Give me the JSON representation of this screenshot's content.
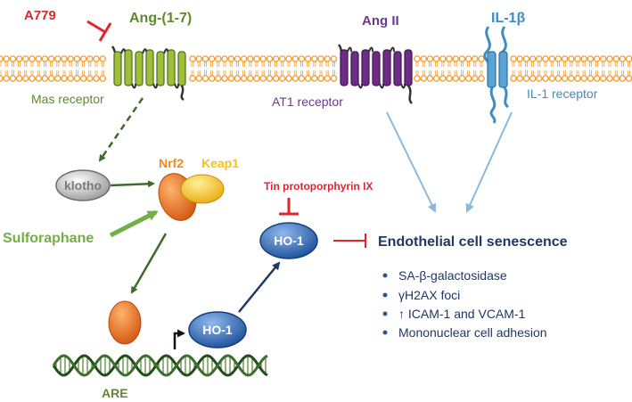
{
  "colors": {
    "membrane": "#F39A2E",
    "mas_green": "#5E8A2E",
    "red": "#E0262B",
    "angii_purple": "#6A3A8B",
    "il1_blue": "#3E8CC0",
    "nrf2_orange": "#F08A1C",
    "keap1_yellow": "#F2C31A",
    "navy": "#1F3864",
    "light_blue_arrow": "#8BB8DE",
    "sulforaphane_green": "#72B043",
    "dark_green_arrow": "#3F6B2A"
  },
  "labels": {
    "a779": "A779",
    "ang17": "Ang-(1-7)",
    "angii": "Ang II",
    "il1b": "IL-1β",
    "mas_receptor": "Mas receptor",
    "at1_receptor": "AT1 receptor",
    "il1_receptor": "IL-1 receptor",
    "klotho": "klotho",
    "nrf2": "Nrf2",
    "keap1": "Keap1",
    "sulforaphane": "Sulforaphane",
    "tin": "Tin protoporphyrin IX",
    "ho1_top": "HO-1",
    "ho1_bottom": "HO-1",
    "are": "ARE",
    "senescence_title": "Endothelial cell senescence"
  },
  "senescence_markers": [
    "SA-β-galactosidase",
    "γH2AX foci",
    "↑ ICAM-1 and VCAM-1",
    "Mononuclear cell adhesion"
  ]
}
